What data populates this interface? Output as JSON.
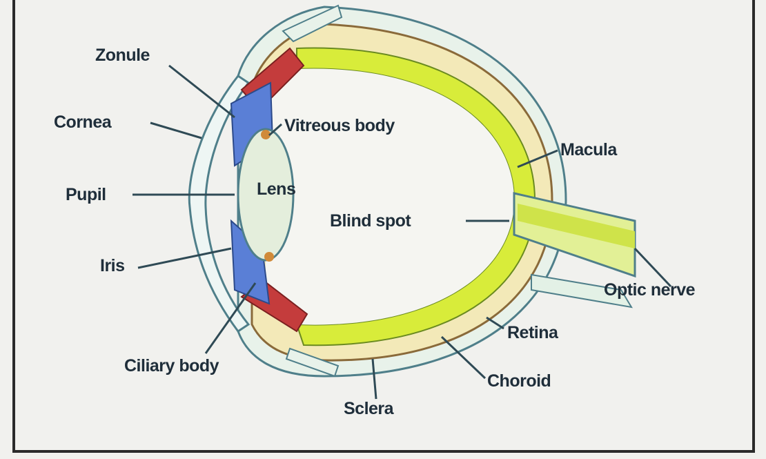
{
  "diagram": {
    "labels": {
      "zonule": "Zonule",
      "cornea": "Cornea",
      "pupil": "Pupil",
      "iris": "Iris",
      "ciliary_body": "Ciliary body",
      "vitreous_body": "Vitreous body",
      "lens": "Lens",
      "blind_spot": "Blind spot",
      "macula": "Macula",
      "optic_nerve": "Optic nerve",
      "retina": "Retina",
      "choroid": "Choroid",
      "sclera": "Sclera"
    },
    "colors": {
      "retina": "#d8ec3a",
      "choroid": "#b03a3a",
      "sclera": "#e3f1e6",
      "iris": "#5a7fd6",
      "lens": "#e4eedc",
      "line": "#2f4a55"
    }
  }
}
